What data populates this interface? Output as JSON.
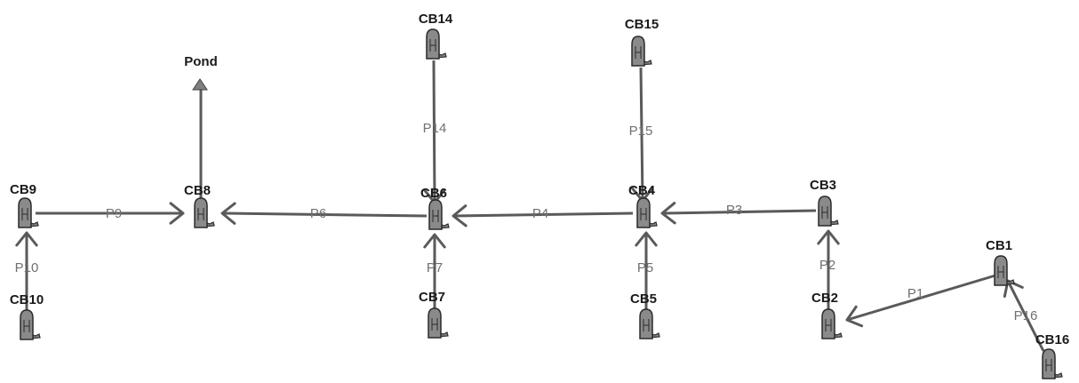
{
  "network": {
    "outfall": {
      "id": "pond",
      "label": "Pond"
    },
    "catch_basins": [
      {
        "id": "cb1",
        "label": "CB1"
      },
      {
        "id": "cb2",
        "label": "CB2"
      },
      {
        "id": "cb3",
        "label": "CB3"
      },
      {
        "id": "cb4",
        "label": "CB4"
      },
      {
        "id": "cb5",
        "label": "CB5"
      },
      {
        "id": "cb6",
        "label": "CB6"
      },
      {
        "id": "cb7",
        "label": "CB7"
      },
      {
        "id": "cb8",
        "label": "CB8"
      },
      {
        "id": "cb9",
        "label": "CB9"
      },
      {
        "id": "cb10",
        "label": "CB10"
      },
      {
        "id": "cb14",
        "label": "CB14"
      },
      {
        "id": "cb15",
        "label": "CB15"
      },
      {
        "id": "cb16",
        "label": "CB16"
      }
    ],
    "pipes": [
      {
        "id": "p1",
        "label": "P1",
        "from": "cb1",
        "to": "cb2"
      },
      {
        "id": "p2",
        "label": "P2",
        "from": "cb2",
        "to": "cb3"
      },
      {
        "id": "p3",
        "label": "P3",
        "from": "cb3",
        "to": "cb4"
      },
      {
        "id": "p4",
        "label": "P4",
        "from": "cb4",
        "to": "cb6"
      },
      {
        "id": "p5",
        "label": "P5",
        "from": "cb5",
        "to": "cb4"
      },
      {
        "id": "p6",
        "label": "P6",
        "from": "cb6",
        "to": "cb8"
      },
      {
        "id": "p7",
        "label": "P7",
        "from": "cb7",
        "to": "cb6"
      },
      {
        "id": "p8",
        "label": "",
        "from": "cb8",
        "to": "pond"
      },
      {
        "id": "p9",
        "label": "P9",
        "from": "cb9",
        "to": "cb8"
      },
      {
        "id": "p10",
        "label": "P10",
        "from": "cb10",
        "to": "cb9"
      },
      {
        "id": "p14",
        "label": "P14",
        "from": "cb14",
        "to": "cb6"
      },
      {
        "id": "p15",
        "label": "P15",
        "from": "cb15",
        "to": "cb4"
      },
      {
        "id": "p16",
        "label": "P16",
        "from": "cb16",
        "to": "cb1"
      }
    ]
  },
  "colors": {
    "pipe": "#5a5a5a",
    "node_fill": "#8a8a8a",
    "node_stroke": "#2a2a2a",
    "node_label": "#1a1a1a",
    "pipe_label": "#707070",
    "background": "#ffffff"
  },
  "icons": {
    "catch_basin": "catch-basin-icon",
    "outfall": "outfall-triangle-icon"
  }
}
